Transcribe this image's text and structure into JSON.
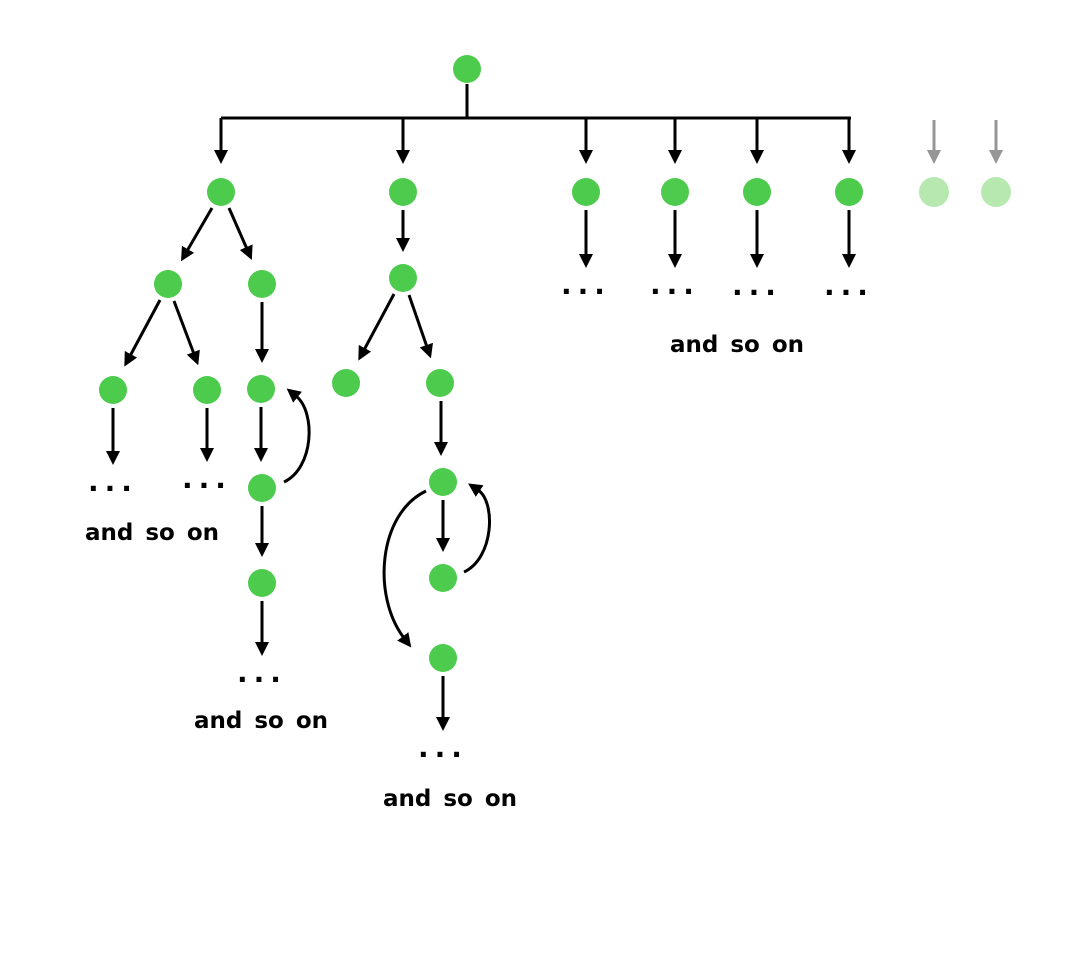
{
  "diagram": {
    "type": "tree-expansion-diagram",
    "colors": {
      "node": "#4ccb4c",
      "node_faded": "#b6e8b0",
      "edge": "#000000",
      "edge_faded": "#969696",
      "text": "#000000",
      "background": "#ffffff"
    },
    "labels": [
      "and so on",
      "and so on",
      "and so on",
      "and so on"
    ],
    "ellipses": [
      "...",
      "...",
      "...",
      "...",
      "...",
      "...",
      "...",
      "..."
    ]
  }
}
